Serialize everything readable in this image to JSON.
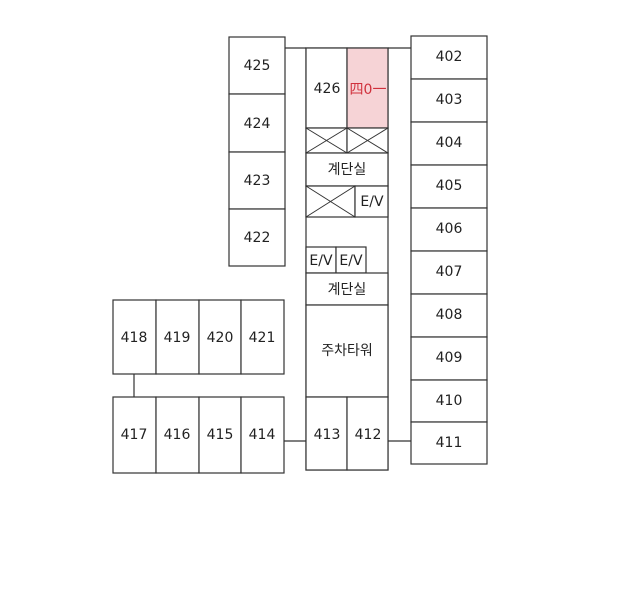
{
  "highlight_color": "#f6d3d6",
  "highlight_text_color": "#d0303c",
  "rooms": {
    "r402": "402",
    "r403": "403",
    "r404": "404",
    "r405": "405",
    "r406": "406",
    "r407": "407",
    "r408": "408",
    "r409": "409",
    "r410": "410",
    "r411": "411",
    "r412": "412",
    "r413": "413",
    "r414": "414",
    "r415": "415",
    "r416": "416",
    "r417": "417",
    "r418": "418",
    "r419": "419",
    "r420": "420",
    "r421": "421",
    "r422": "422",
    "r423": "423",
    "r424": "424",
    "r425": "425",
    "r426": "426",
    "r401": "四0一"
  },
  "labels": {
    "stairs_upper": "계단실",
    "stairs_lower": "계단실",
    "elevator_right": "E/V",
    "elevator_a": "E/V",
    "elevator_b": "E/V",
    "parking_tower": "주차타워"
  }
}
